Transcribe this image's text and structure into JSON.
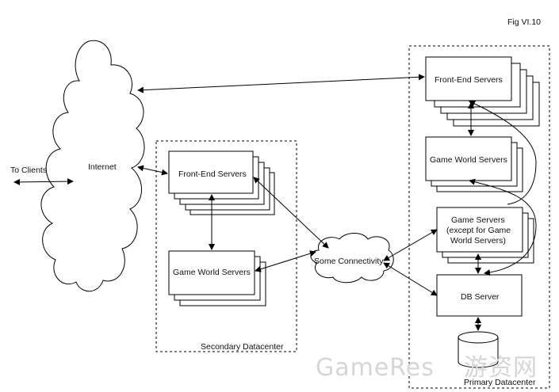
{
  "figure": {
    "label": "Fig VI.10"
  },
  "clients": {
    "label": "To Clients"
  },
  "internet": {
    "label": "Internet"
  },
  "connectivity": {
    "label": "Some Connectivity"
  },
  "secondary": {
    "title": "Secondary Datacenter",
    "front_end": "Front-End Servers",
    "game_world": "Game World Servers"
  },
  "primary": {
    "title": "Primary Datacenter",
    "front_end": "Front-End Servers",
    "game_world": "Game World Servers",
    "game_servers": [
      "Game Servers",
      "(except for Game",
      "World Servers)"
    ],
    "db": "DB Server"
  },
  "watermark": {
    "text": "GameRes",
    "text2": "游资网"
  }
}
